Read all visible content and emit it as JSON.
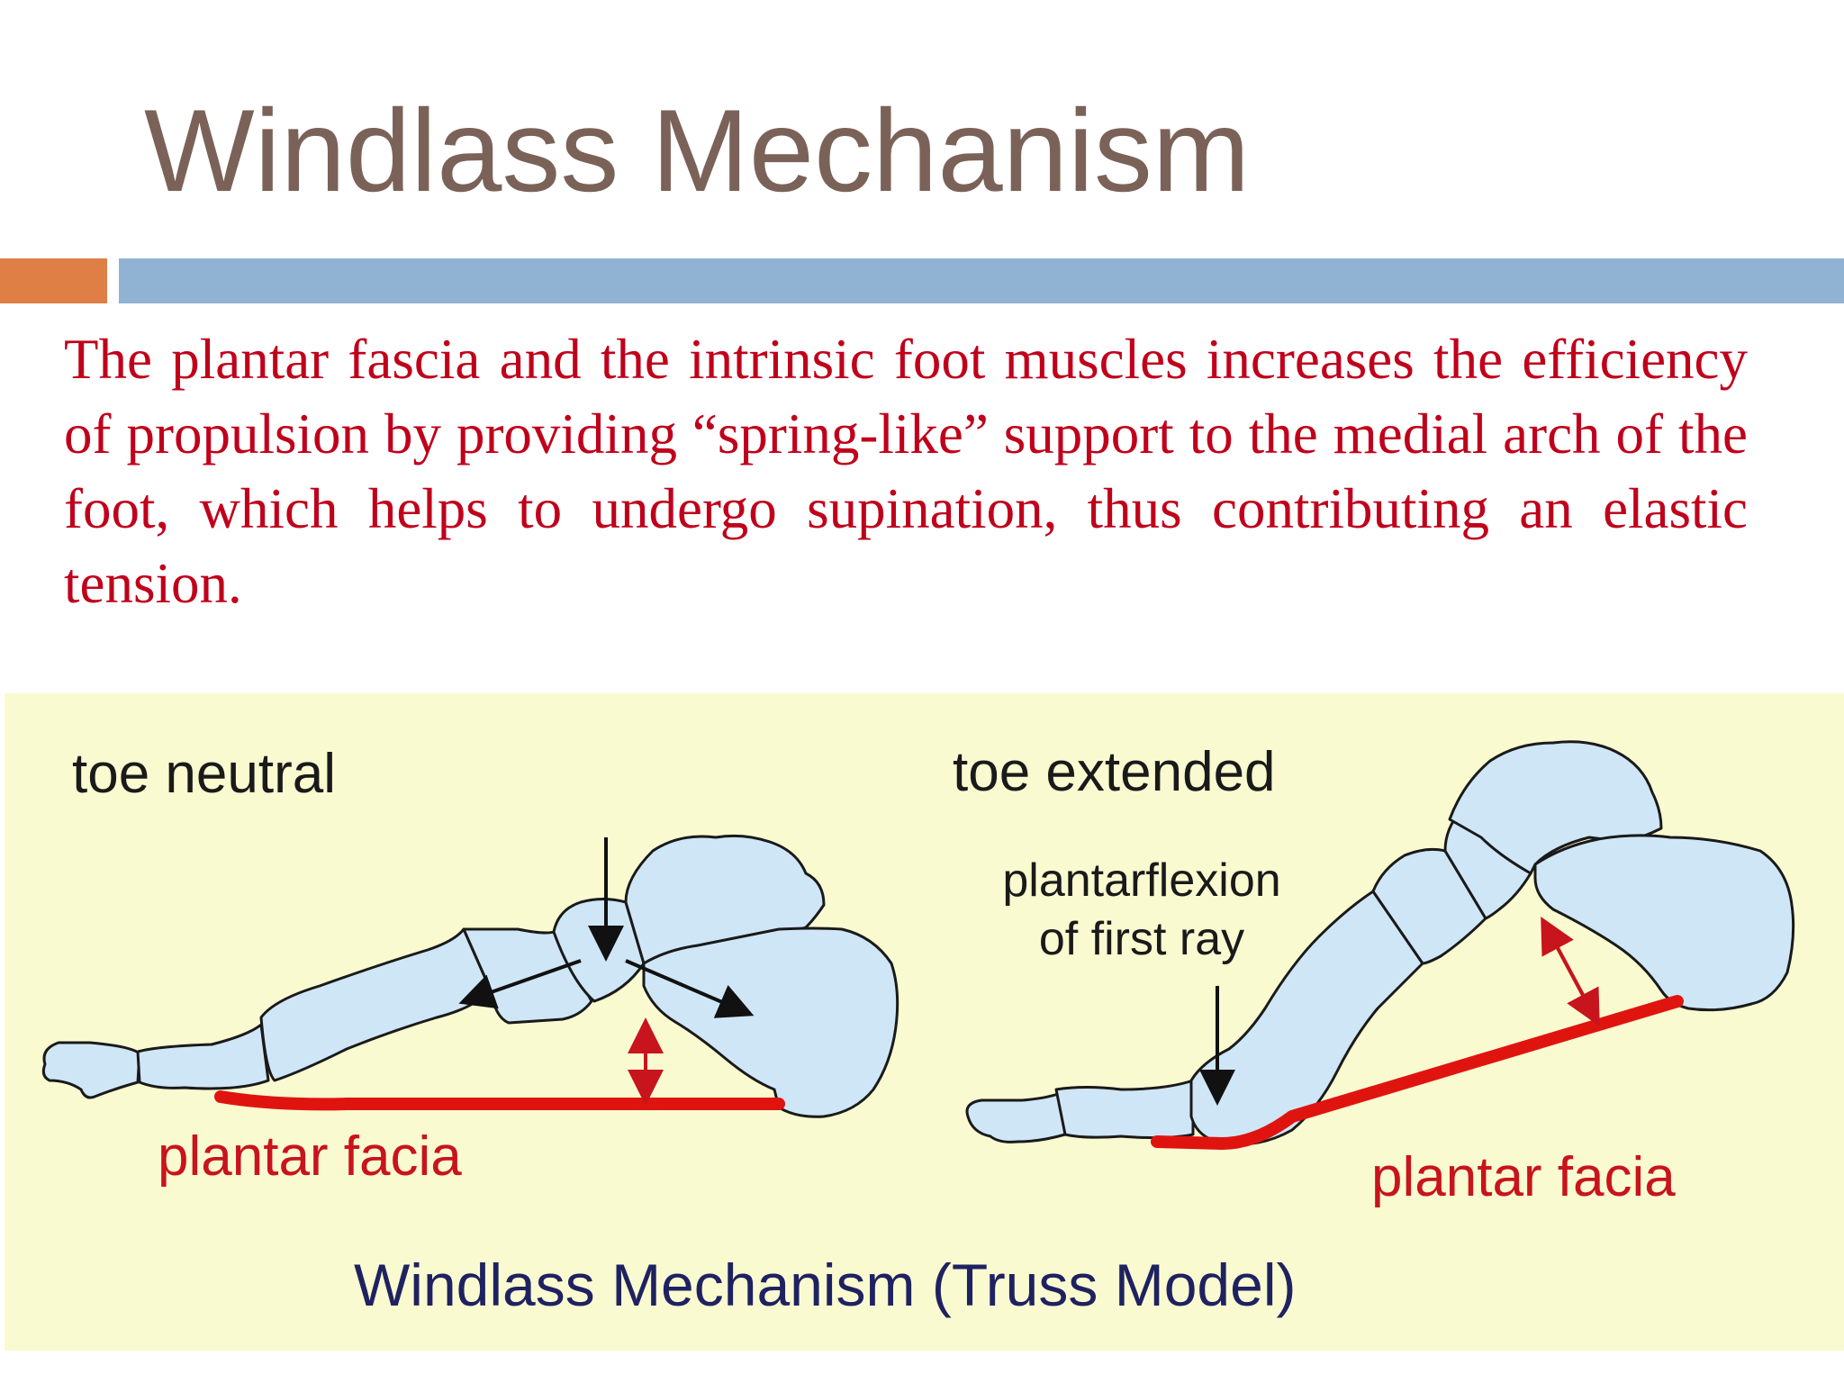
{
  "slide": {
    "title": "Windlass Mechanism",
    "body": "The plantar fascia and the intrinsic foot muscles increases the efficiency of propulsion by providing “spring-like” support to the medial arch of the foot, which helps to undergo supination, thus contributing an elastic tension."
  },
  "figure": {
    "left_panel_label": "toe neutral",
    "right_panel_label": "toe extended",
    "annotation_line1": "plantarflexion",
    "annotation_line2": "of first ray",
    "fascia_label_left": "plantar facia",
    "fascia_label_right": "plantar facia",
    "caption": "Windlass Mechanism (Truss Model)"
  },
  "colors": {
    "title": "#7b6259",
    "accent_orange": "#df7f46",
    "accent_blue": "#91b3d3",
    "body_text": "#c0001b",
    "figure_background": "#fafad1",
    "bone_fill": "#cfe6f7",
    "fascia_red": "#e0140f",
    "caption": "#1f2260"
  }
}
